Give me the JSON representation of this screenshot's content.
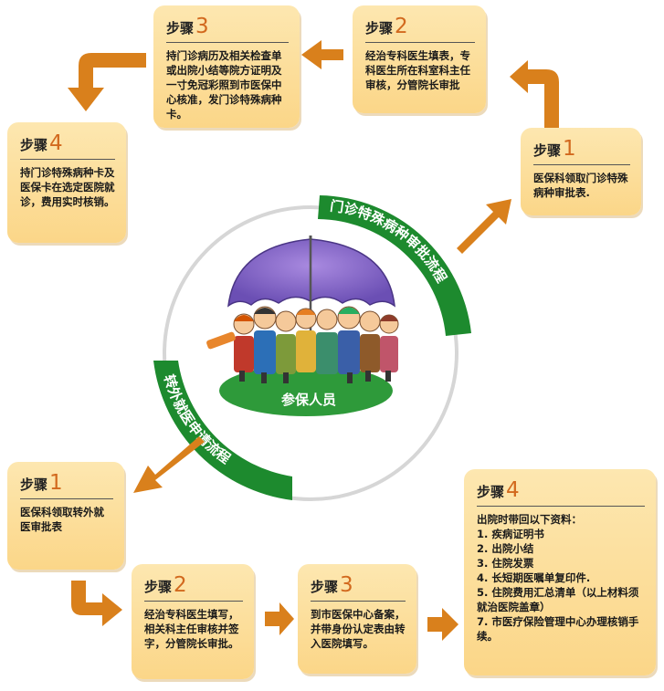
{
  "flow_top": {
    "steps": [
      {
        "label": "步骤",
        "num": "1",
        "text": "医保科领取门诊特殊病种审批表."
      },
      {
        "label": "步骤",
        "num": "2",
        "text": "经治专科医生填表，专科医生所在科室科主任审核，分管院长审批"
      },
      {
        "label": "步骤",
        "num": "3",
        "text": "持门诊病历及相关检查单或出院小结等院方证明及一寸免冠彩照到市医保中心核准，发门诊特殊病种卡。"
      },
      {
        "label": "步骤",
        "num": "4",
        "text": "持门诊特殊病种卡及医保卡在选定医院就诊，费用实时核销。"
      }
    ]
  },
  "flow_bottom": {
    "steps": [
      {
        "label": "步骤",
        "num": "1",
        "text": "医保科领取转外就医审批表"
      },
      {
        "label": "步骤",
        "num": "2",
        "text": "经治专科医生填写，相关科主任审核并签字，分管院长审批。"
      },
      {
        "label": "步骤",
        "num": "3",
        "text": "到市医保中心备案，并带身份认定表由转入医院填写。"
      },
      {
        "label": "步骤",
        "num": "4",
        "intro": "出院时带回以下资料：",
        "items": [
          "1. 疾病证明书",
          "2. 出院小结",
          "3. 住院发票",
          "4. 长短期医嘱单复印件.",
          "5. 住院费用汇总清单（以上材料须就治医院盖章）",
          "7. 市医疗保险管理中心办理核销手续。"
        ]
      }
    ]
  },
  "center": {
    "banner_top": "门诊特殊病种审批流程",
    "banner_bottom": "转外就医申请流程",
    "ground_label": "参保人员"
  },
  "colors": {
    "arrow": "#d9801c",
    "card": "#fbd688",
    "banner": "#1d8a2e",
    "accent_num": "#d2691e"
  }
}
